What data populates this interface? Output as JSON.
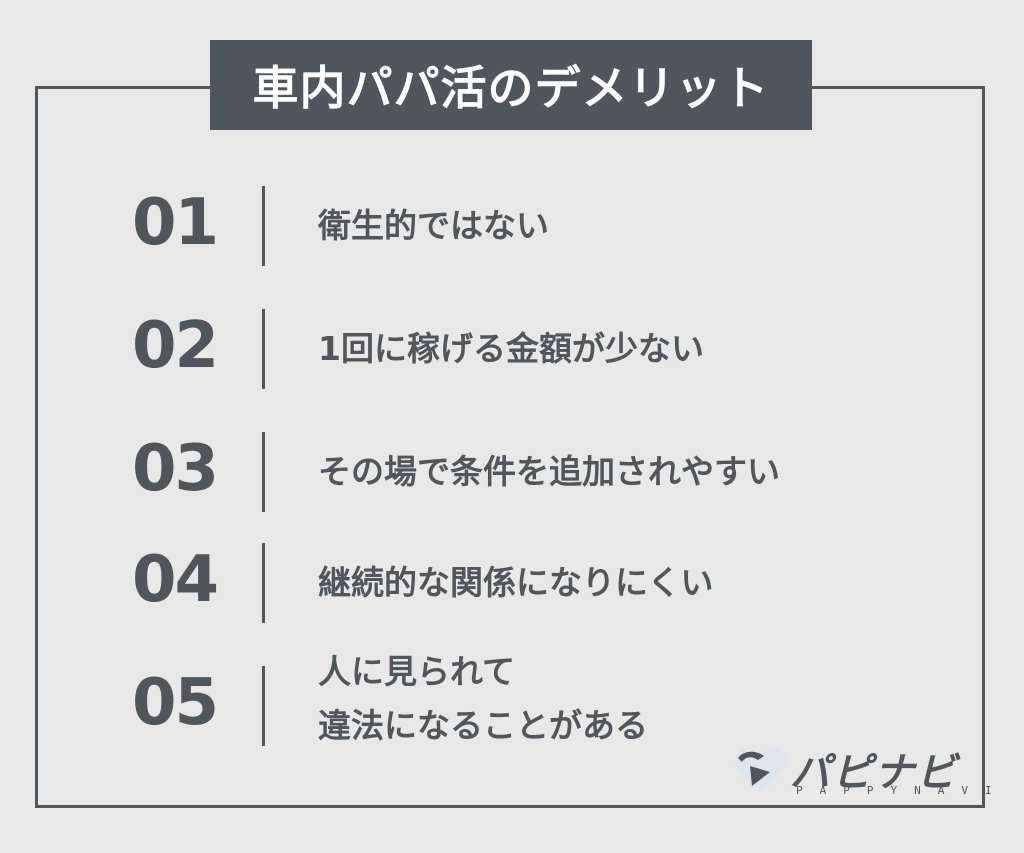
{
  "title": "車内パパ活のデメリット",
  "items": [
    {
      "number": "01",
      "text": "衛生的ではない"
    },
    {
      "number": "02",
      "text": "1回に稼げる金額が少ない"
    },
    {
      "number": "03",
      "text": "その場で条件を追加されやすい"
    },
    {
      "number": "04",
      "text": "継続的な関係になりにくい"
    },
    {
      "number": "05",
      "text_line1": "人に見られて",
      "text_line2": "違法になることがある"
    }
  ],
  "logo": {
    "name": "パピナビ",
    "sub": "PAPPYNAVI"
  },
  "colors": {
    "background": "#e8e8e8",
    "primary": "#50565b",
    "title_text": "#ffffff"
  }
}
